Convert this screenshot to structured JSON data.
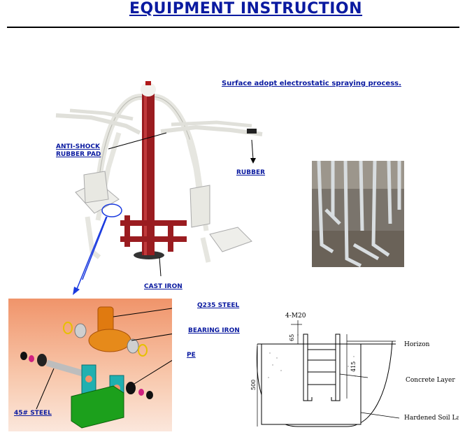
{
  "header": {
    "title": "EQUIPMENT INSTRUCTION"
  },
  "note": "Surface adopt electrostatic spraying process.",
  "labels": {
    "anti_shock_1": "ANTI-SHOCK",
    "anti_shock_2": "RUBBER PAD",
    "rubber": "RUBBER",
    "cast_iron": "CAST IRON",
    "q235": "Q235 STEEL",
    "bearing": "BEARING IRON",
    "pe": "PE",
    "steel45": "45# STEEL"
  },
  "drawing": {
    "dim_top": "4-M20",
    "dim_65": "65",
    "dim_415": "415",
    "dim_500": "500",
    "horizon": "Horizon",
    "concrete": "Concrete Layer",
    "hardened": "Hardened Soil Layer"
  },
  "colors": {
    "title": "#0a1aa0",
    "frame_red": "#9a1c20",
    "frame_white": "#ecece6",
    "arrow": "#1a3adf"
  }
}
